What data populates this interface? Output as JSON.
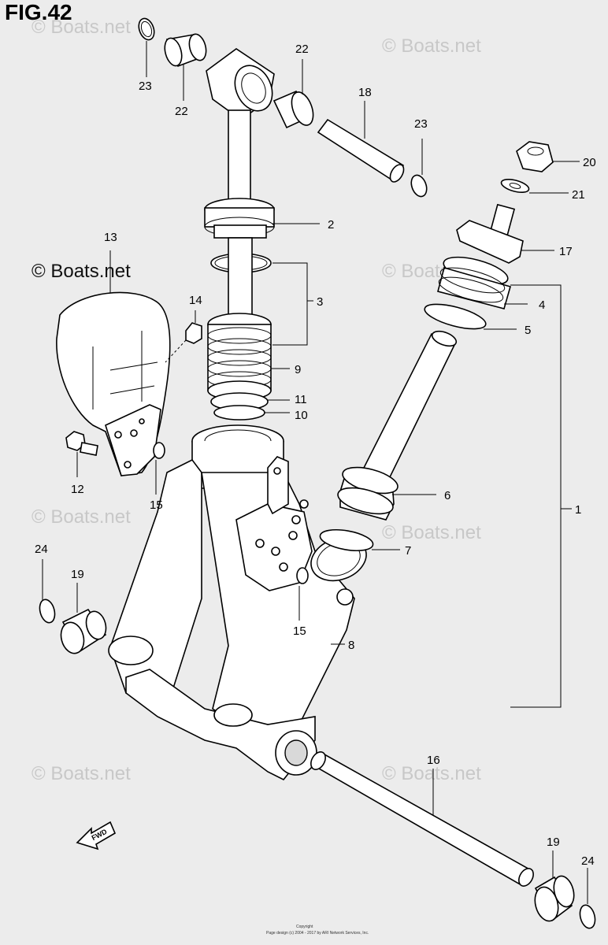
{
  "figure": {
    "title": "FIG.42"
  },
  "watermark": {
    "text": "© Boats.net"
  },
  "fwd_label": "FWD",
  "copyright": {
    "line1": "Copyright",
    "line2": "Page design (c) 2004 - 2017 by ARI Network Services, Inc."
  },
  "callouts": {
    "c1": "1",
    "c2": "2",
    "c3": "3",
    "c4": "4",
    "c5": "5",
    "c6": "6",
    "c7": "7",
    "c8": "8",
    "c9": "9",
    "c10": "10",
    "c11": "11",
    "c12": "12",
    "c13": "13",
    "c14": "14",
    "c15a": "15",
    "c15b": "15",
    "c16": "16",
    "c17": "17",
    "c18": "18",
    "c19a": "19",
    "c19b": "19",
    "c20": "20",
    "c21": "21",
    "c22a": "22",
    "c22b": "22",
    "c23a": "23",
    "c23b": "23",
    "c24a": "24",
    "c24b": "24"
  }
}
